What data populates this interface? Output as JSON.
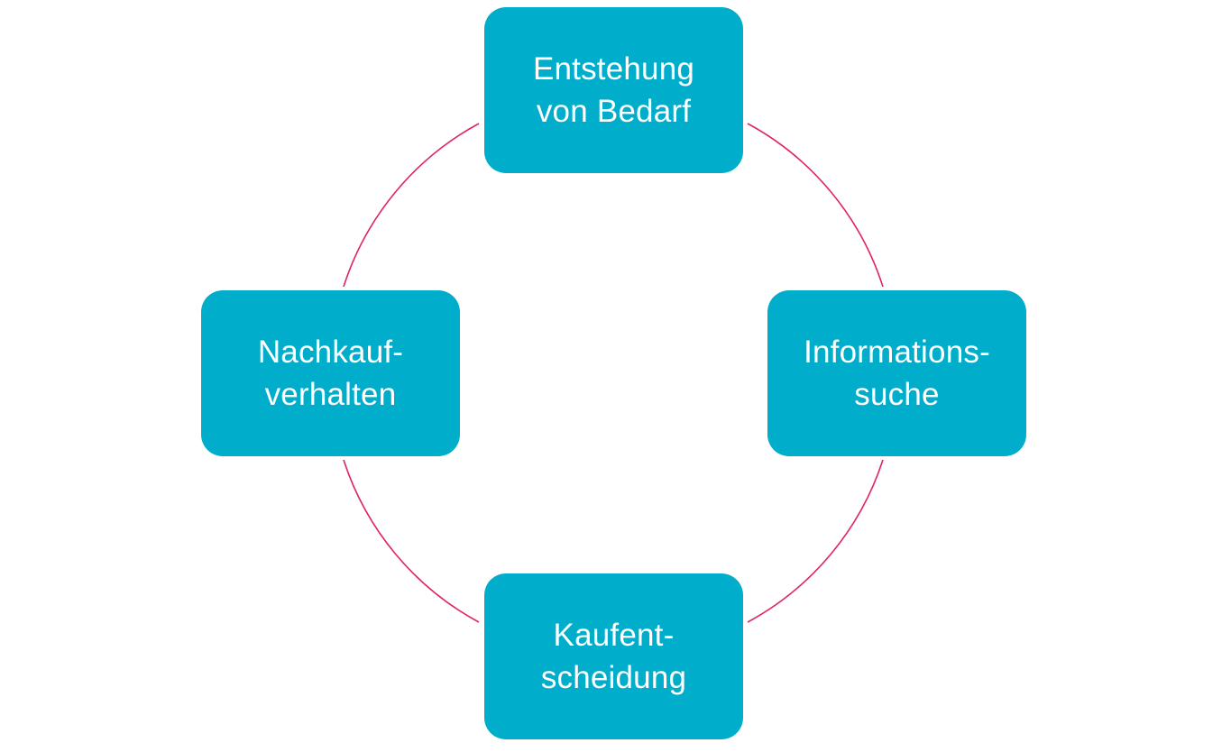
{
  "diagram": {
    "type": "cycle",
    "colors": {
      "box_fill": "#00aecb",
      "box_text": "#ffffff",
      "connector": "#e0245e",
      "background": "#ffffff"
    },
    "stages": [
      {
        "id": "top",
        "label": "Entstehung\nvon Bedarf"
      },
      {
        "id": "right",
        "label": "Informations-\nsuche"
      },
      {
        "id": "bottom",
        "label": "Kaufent-\nscheidung"
      },
      {
        "id": "left",
        "label": "Nachkauf-\nverhalten"
      }
    ]
  }
}
